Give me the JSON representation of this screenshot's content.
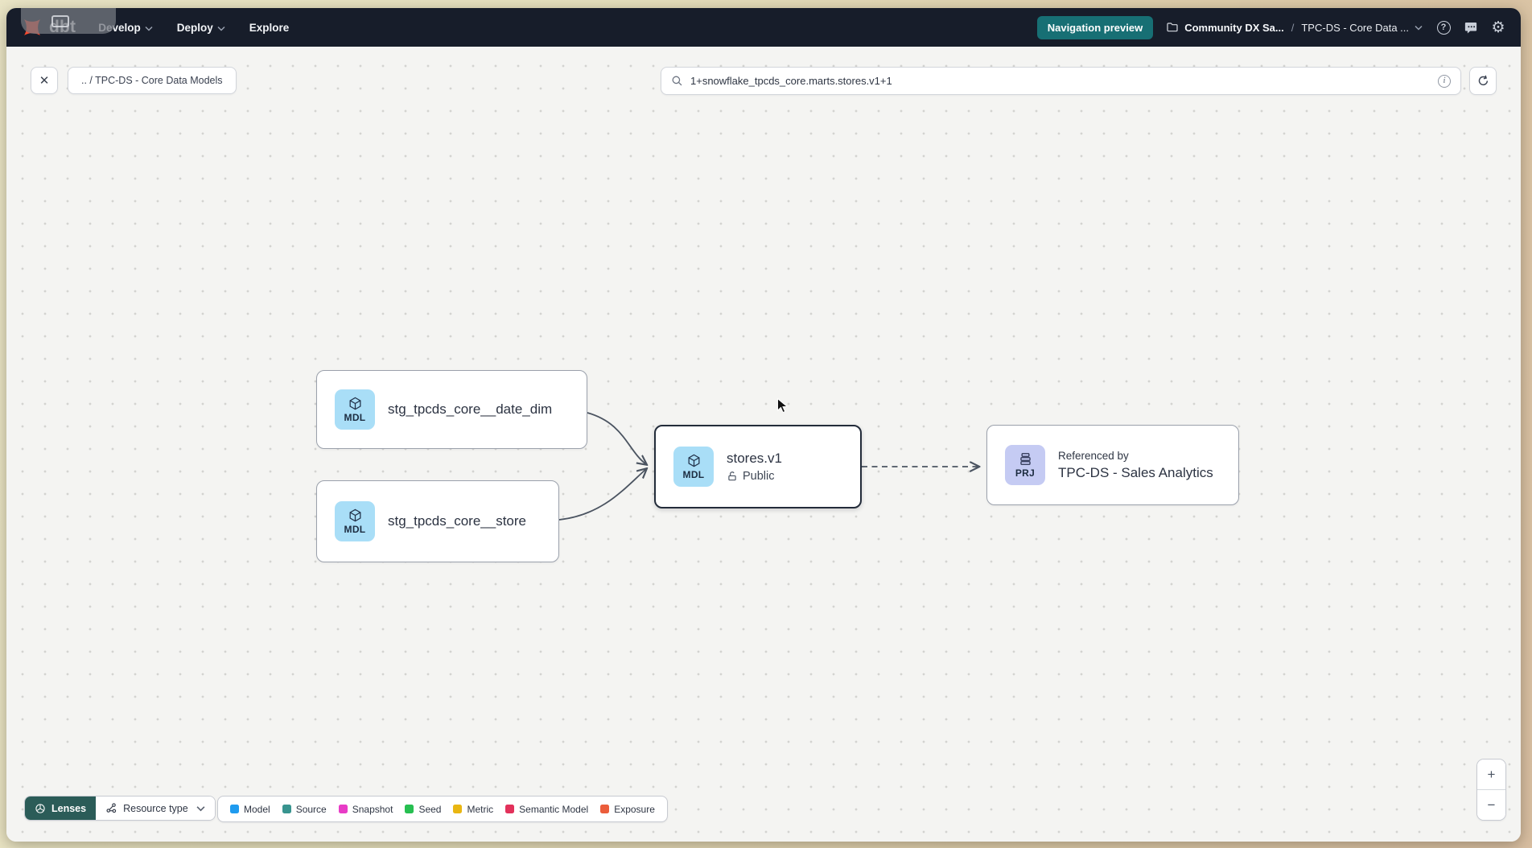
{
  "navbar": {
    "logo_text": "dbt",
    "menu": {
      "develop": "Develop",
      "deploy": "Deploy",
      "explore": "Explore"
    },
    "preview_badge": "Navigation preview",
    "breadcrumb": {
      "project": "Community DX Sa...",
      "separator": "/",
      "page": "TPC-DS - Core Data ...",
      "help_glyph": "?"
    }
  },
  "toolbar": {
    "close_glyph": "✕",
    "breadcrumb_chip": ".. / TPC-DS - Core Data Models",
    "search_value": "1+snowflake_tpcds_core.marts.stores.v1+1",
    "info_glyph": "i"
  },
  "canvas": {
    "nodes": {
      "0": {
        "badge": "MDL",
        "label": "stg_tpcds_core__date_dim",
        "icon_bg": "#a9def7"
      },
      "1": {
        "badge": "MDL",
        "label": "stg_tpcds_core__store",
        "icon_bg": "#a9def7"
      },
      "2": {
        "badge": "MDL",
        "label": "stores.v1",
        "sublabel": "Public",
        "icon_bg": "#a9def7",
        "selected": true
      },
      "3": {
        "badge": "PRJ",
        "label": "TPC-DS - Sales Analytics",
        "sublabel": "Referenced by",
        "icon_bg": "#c5cbf3"
      }
    }
  },
  "footer": {
    "lenses_label": "Lenses",
    "lenses_bg": "#2b5c58",
    "resource_type_label": "Resource type",
    "legend": {
      "0": {
        "label": "Model",
        "color": "#1f9bef"
      },
      "1": {
        "label": "Source",
        "color": "#38948f"
      },
      "2": {
        "label": "Snapshot",
        "color": "#e83cc6"
      },
      "3": {
        "label": "Seed",
        "color": "#27bf51"
      },
      "4": {
        "label": "Metric",
        "color": "#e9b612"
      },
      "5": {
        "label": "Semantic Model",
        "color": "#e2315b"
      },
      "6": {
        "label": "Exposure",
        "color": "#eb5d3b"
      }
    },
    "zoom_in_glyph": "+",
    "zoom_out_glyph": "−"
  },
  "colors": {
    "preview_badge_bg": "#176f74",
    "navbar_bg": "#171d2a",
    "accent_orange": "#ff4a2d"
  }
}
